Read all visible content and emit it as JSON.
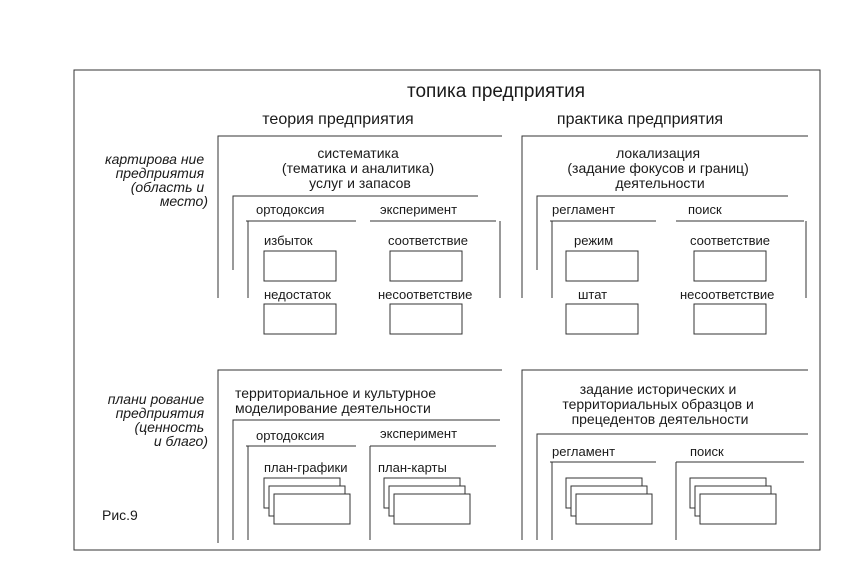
{
  "diagram": {
    "title": "топика предприятия",
    "column_titles": [
      "теория предприятия",
      "практика предприятия"
    ],
    "row_labels": [
      [
        "картирова ние",
        "предприятия",
        "(область и",
        "место)"
      ],
      [
        "плани рование",
        "предприятия",
        "(ценность",
        "и благо)"
      ]
    ],
    "cells": [
      {
        "title_lines": [
          "систематика",
          "(тематика и аналитика)",
          "услуг и запасов"
        ],
        "left_header": "ортодоксия",
        "right_header": "эксперимент",
        "left_items": [
          "избыток",
          "недостаток"
        ],
        "right_items": [
          "соответствие",
          "несоответствие"
        ]
      },
      {
        "title_lines": [
          "локализация",
          "(задание фокусов и границ)",
          "деятельности"
        ],
        "left_header": "регламент",
        "right_header": "поиск",
        "left_items": [
          "режим",
          "штат"
        ],
        "right_items": [
          "соответствие",
          "несоответствие"
        ]
      },
      {
        "title_lines": [
          "территориальное и культурное",
          "моделирование деятельности"
        ],
        "left_header": "ортодоксия",
        "right_header": "эксперимент",
        "left_stack_label": "план-графики",
        "right_stack_label": "план-карты"
      },
      {
        "title_lines": [
          "задание исторических и",
          "территориальных образцов и",
          "прецедентов деятельности"
        ],
        "left_header": "регламент",
        "right_header": "поиск",
        "left_stack_label": "",
        "right_stack_label": ""
      }
    ],
    "caption": "Рис.9",
    "colors": {
      "line": "#333333",
      "text": "#1a1a1a"
    }
  }
}
